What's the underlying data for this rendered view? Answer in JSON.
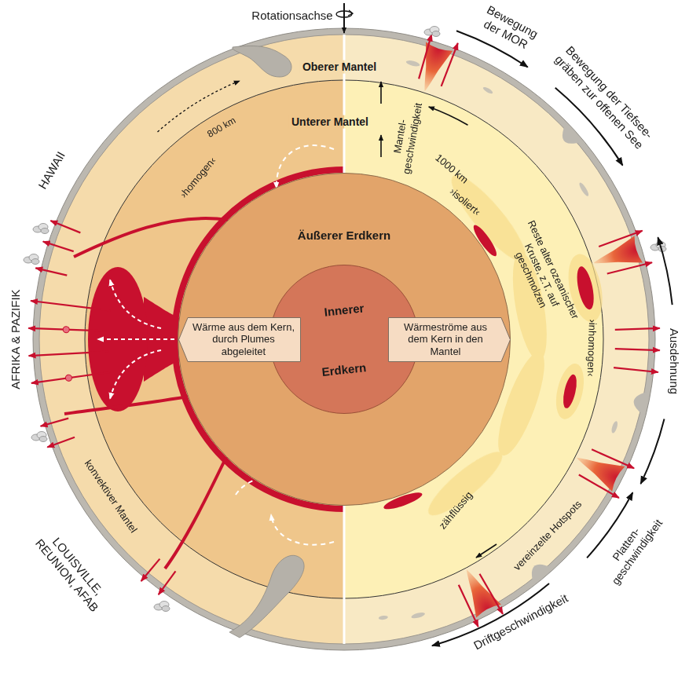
{
  "diagram": {
    "nodes": [
      {
        "text": [
          "Äußerer Erdkern"
        ]
      },
      {
        "text": [
          "Innerer",
          "Erdkern"
        ],
        "in": 0
      },
      {
        "text": [
          "Wärme aus dem Kern, durch Plumes abgeleitet"
        ]
      },
      {
        "text": [
          "Wärmeströme aus dem Kern in den Mantel"
        ]
      }
    ],
    "labels": [
      "Rotationsachse",
      "Bewegung der MOR",
      "Bewegung der Tiefsee- gräben zur offenen See",
      "Oberer Mantel",
      "Mantel- geschwindigkeit",
      "Unterer Mantel",
      "800 km",
      "›homogen‹",
      "1000 km",
      "›isoliert‹",
      "HAWAII",
      "AFRIKA & PAZIFIK",
      "Reste alter ozeanischer Kruste, z.T. auf geschmolzen",
      "›inhomogen‹",
      "Ausdehnung",
      "konvektiver Mantel",
      "zähflüssig",
      "vereinzelte Hotspots",
      "Platten- geschwindigkeit",
      "LOUISVILLE, REUNION, AFAB",
      "Driftgeschwindigkeit"
    ]
  }
}
